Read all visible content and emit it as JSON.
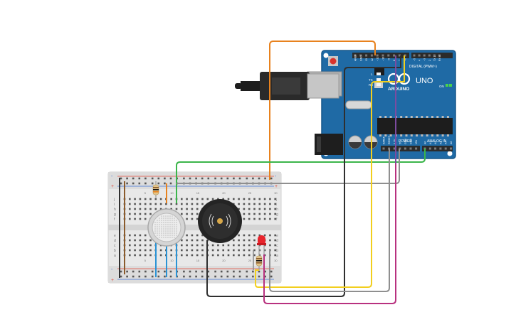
{
  "arduino": {
    "model": "UNO",
    "brand": "ARDUINO",
    "digital_label": "DIGITAL (PWM~)",
    "power_label": "POWER",
    "analog_label": "ANALOG IN",
    "on_label": "ON",
    "digital_pins": [
      "AREF",
      "GND",
      "13",
      "12",
      "~11",
      "~10",
      "~9",
      "8",
      "7",
      "~6",
      "~5",
      "4",
      "~3",
      "2",
      "TX 1",
      "RX 0"
    ],
    "power_pins": [
      "IOREF",
      "RESET",
      "3.3V",
      "5V",
      "GND",
      "GND",
      "VIN"
    ],
    "analog_pins": [
      "A0",
      "A1",
      "A2",
      "A3",
      "A4",
      "A5"
    ],
    "led_labels": [
      "L",
      "TX",
      "RX"
    ],
    "colors": {
      "board": "#1f6aa5",
      "board_edge": "#17568a",
      "header": "#2b2b2b",
      "text": "#ffffff",
      "reset": "#d9332b",
      "usb": "#2a2a2a",
      "chip": "#1d1d1d"
    }
  },
  "breadboard": {
    "row_letters_top": [
      "j",
      "i",
      "h",
      "g",
      "f"
    ],
    "row_letters_bottom": [
      "e",
      "d",
      "c",
      "b",
      "a"
    ],
    "rail_signs": [
      "+",
      "-"
    ],
    "column_numbers": [
      "1",
      "",
      "",
      "",
      "5",
      "",
      "",
      "",
      "",
      "10",
      "",
      "",
      "",
      "",
      "15",
      "",
      "",
      "",
      "",
      "20",
      "",
      "",
      "",
      "",
      "25",
      "",
      "",
      "",
      "",
      "30"
    ],
    "colors": {
      "body": "#e6e6e6",
      "hole": "#555555",
      "rail_red": "#e04a3a",
      "rail_blue": "#3a6fd8"
    }
  },
  "components": {
    "gas_sensor": "gas-sensor",
    "buzzer": "piezo-buzzer",
    "led": {
      "color": "#e8242c"
    },
    "resistors": 2
  },
  "wires": {
    "colors": {
      "orange": "#e8821e",
      "green": "#3bb54a",
      "gray": "#8f8f8f",
      "dark": "#2f2f2f",
      "yellow": "#f2cf1e",
      "magenta": "#b8317f",
      "purple": "#7d4ba0",
      "blue": "#2a93d5",
      "brown": "#8a5a2b",
      "red": "#d9322a"
    }
  }
}
